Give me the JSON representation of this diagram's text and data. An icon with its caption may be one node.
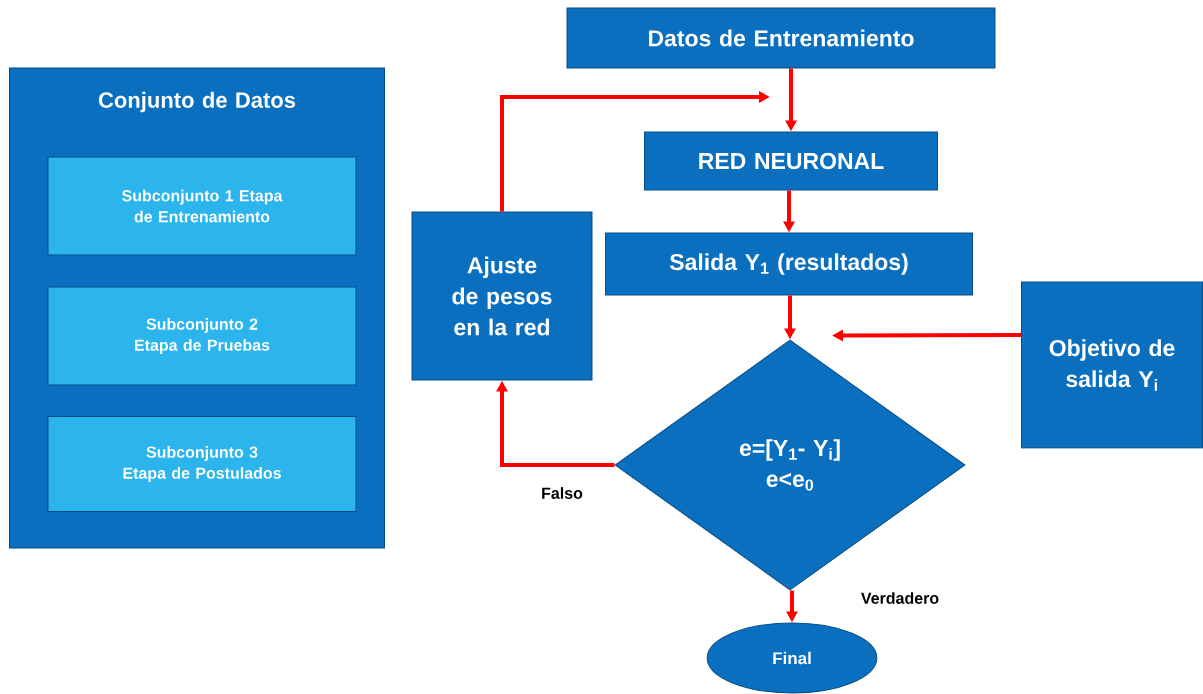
{
  "diagram": {
    "nodes": [
      {
        "text": [
          "Conjunto de Datos"
        ]
      },
      {
        "text": [
          "Subconjunto 1 Etapa de Entrenamiento"
        ],
        "in": 0
      },
      {
        "text": [
          "Subconjunto 2 Etapa de Pruebas"
        ],
        "in": 0
      },
      {
        "text": [
          "Subconjunto 3 Etapa de Postulados"
        ],
        "in": 0
      },
      {
        "text": [
          "Datos de Entrenamiento"
        ]
      },
      {
        "text": [
          "RED NEURONAL"
        ]
      },
      {
        "text": [
          "Salida Y$_{1}$ (resultados)"
        ]
      },
      {
        "text": [
          "Ajuste de pesos en la red"
        ]
      },
      {
        "text": [
          "Objetivo de salida Y$_{i}$"
        ]
      },
      {
        "text": [
          "e=[Y$_{1}$- Y$_{i}$]",
          "e<e$_{0}$"
        ]
      },
      {
        "text": [
          "Final"
        ]
      }
    ],
    "edges": [
      {
        "from": 4,
        "to": 5,
        "arrow": "to"
      },
      {
        "from": 5,
        "to": 6,
        "arrow": "to"
      },
      {
        "from": 6,
        "to": 9,
        "arrow": "to"
      },
      {
        "from": 8,
        "to": 9,
        "arrow": "to"
      },
      {
        "from": 9,
        "to": 7,
        "arrow": "to",
        "label": "Falso"
      },
      {
        "from": 7,
        "to": null,
        "arrow": "to"
      },
      {
        "from": 9,
        "to": 10,
        "arrow": "to",
        "label": "Verdadero"
      }
    ]
  }
}
